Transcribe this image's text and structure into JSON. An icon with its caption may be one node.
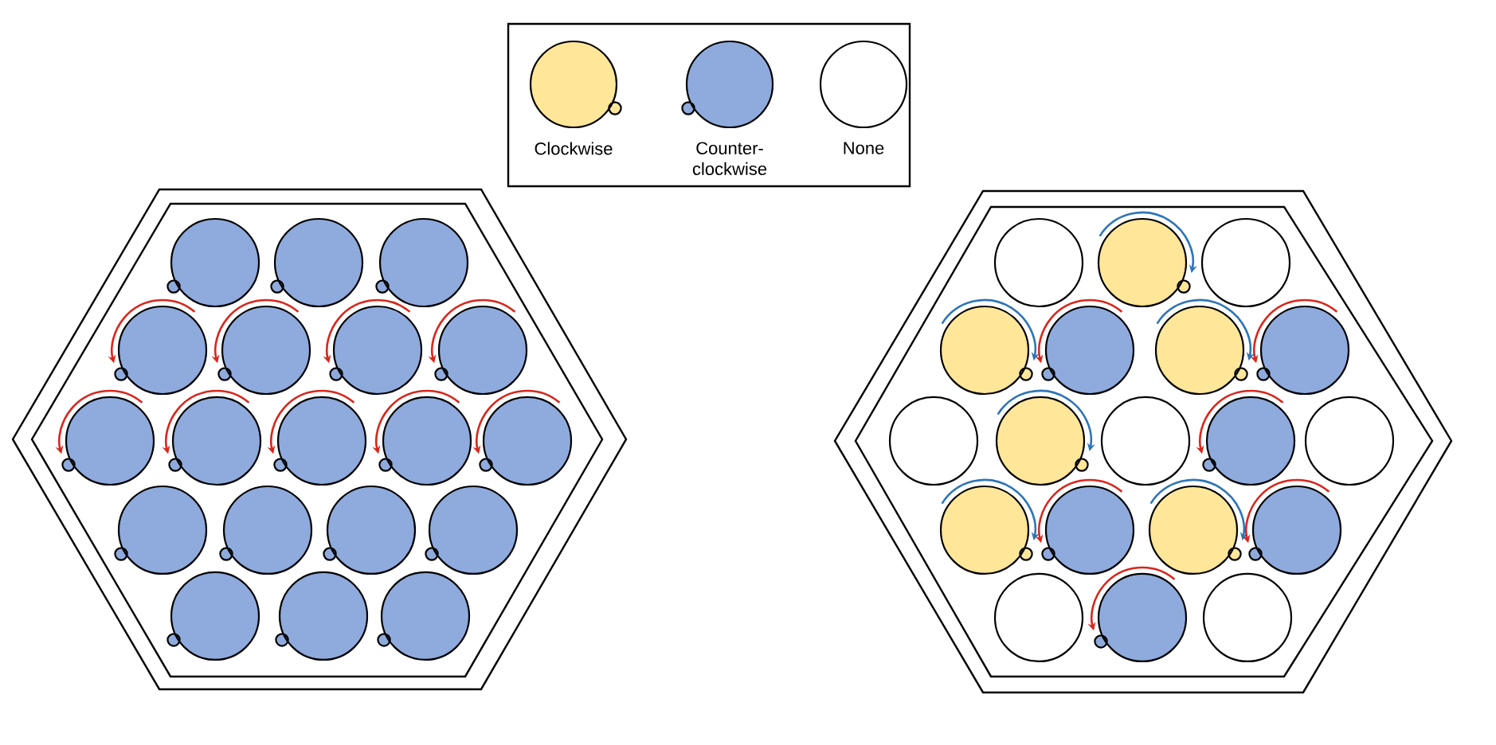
{
  "diagram": {
    "legend": [
      {
        "text": "Clockwise",
        "color": "#ffe699"
      },
      {
        "text": "Counter-clockwise",
        "color": "#8faadc"
      },
      {
        "text": "None"
      }
    ]
  }
}
